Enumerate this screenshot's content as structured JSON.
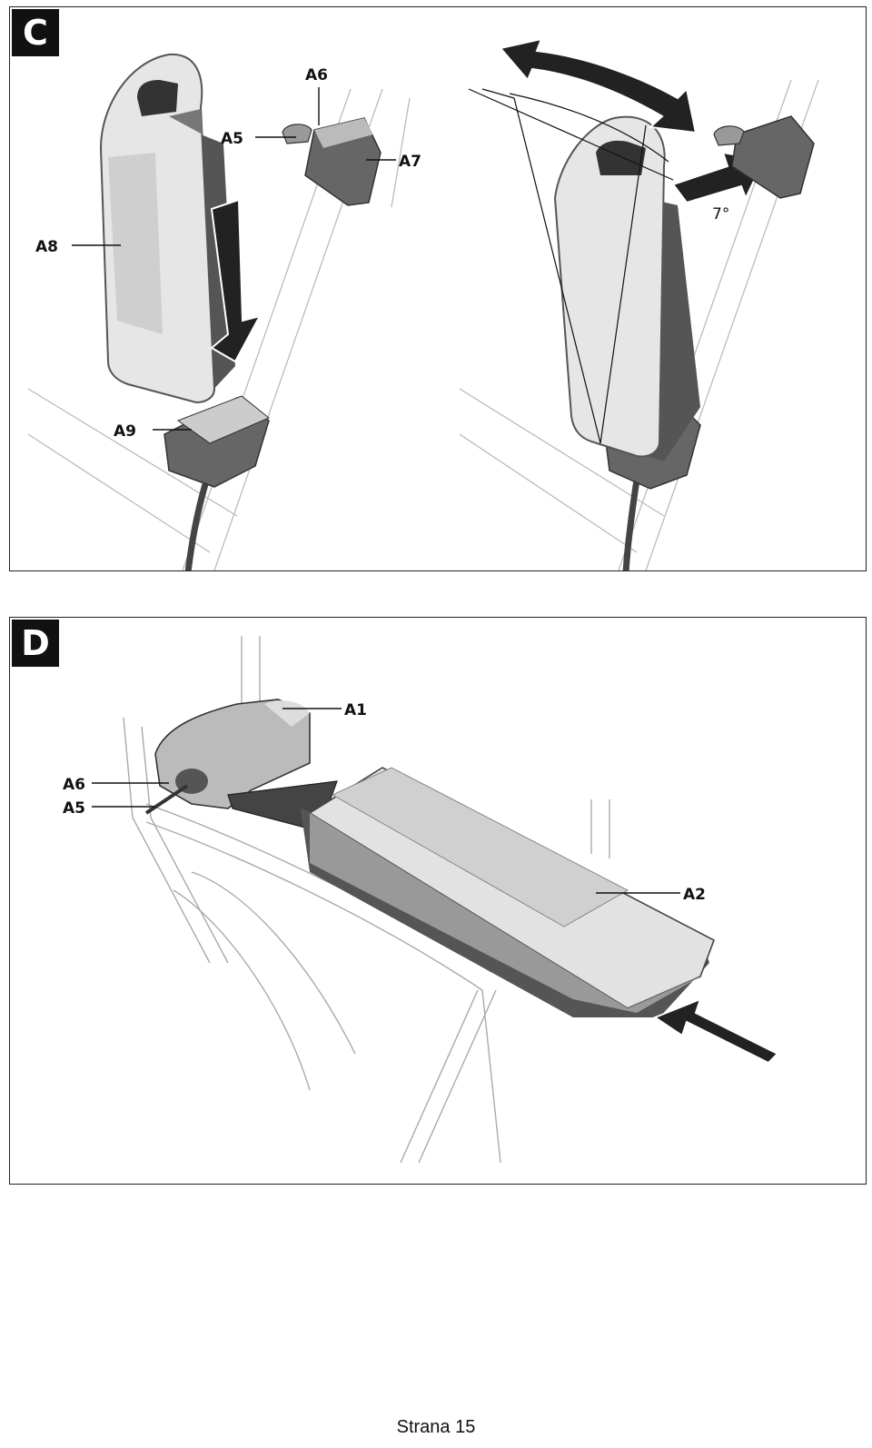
{
  "figure_c": {
    "badge": "C",
    "labels": {
      "a5": "A5",
      "a6": "A6",
      "a7": "A7",
      "a8": "A8",
      "a9": "A9"
    },
    "angle": "7°"
  },
  "figure_d": {
    "badge": "D",
    "labels": {
      "a1": "A1",
      "a2": "A2",
      "a5": "A5",
      "a6": "A6"
    }
  },
  "footer": {
    "page": "Strana 15"
  }
}
